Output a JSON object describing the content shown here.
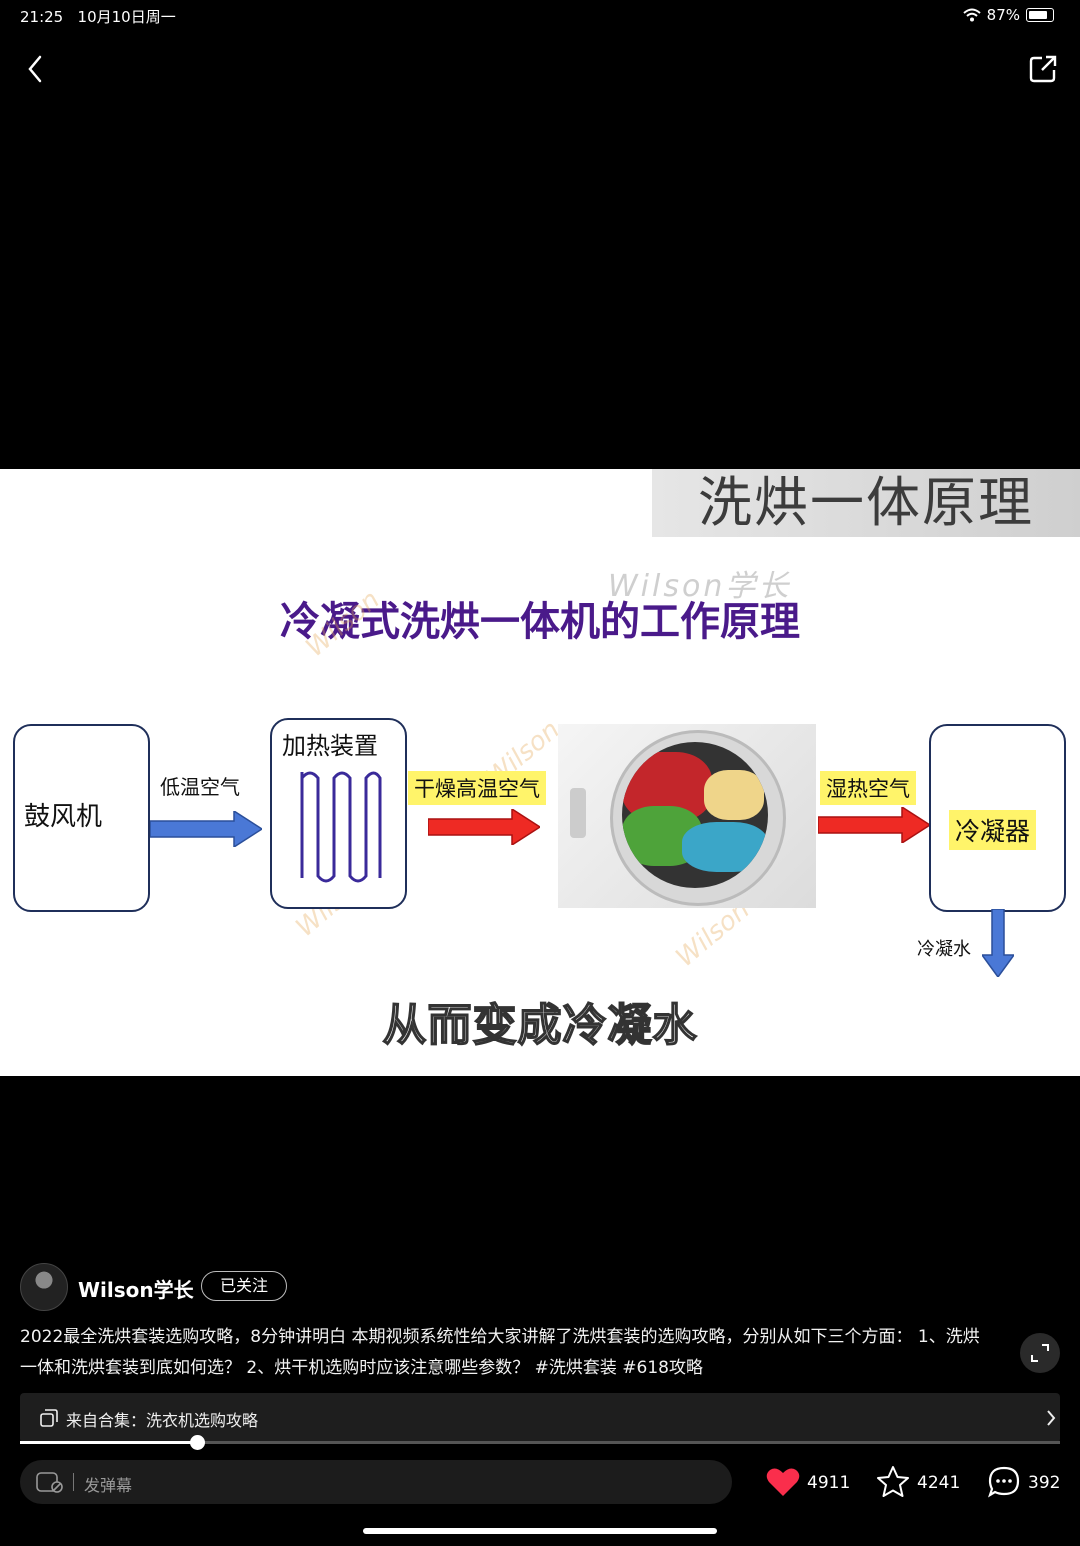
{
  "status": {
    "time": "21:25",
    "date": "10月10日周一",
    "battery": "87%"
  },
  "video": {
    "banner": "洗烘一体原理",
    "watermark": "Wilson学长",
    "diagram_title": "冷凝式洗烘一体机的工作原理",
    "watermark_small": "Wilson",
    "blower": "鼓风机",
    "heater": "加热装置",
    "condenser": "冷凝器",
    "low_air": "低温空气",
    "dry_hot_air": "干燥高温空气",
    "humid_air": "湿热空气",
    "condensed_water": "冷凝水",
    "subtitle": "从而变成冷凝水"
  },
  "author": {
    "name": "Wilson学长",
    "follow_label": "已关注"
  },
  "description": "2022最全洗烘套装选购攻略，8分钟讲明白 本期视频系统性给大家讲解了洗烘套装的选购攻略，分别从如下三个方面： 1、洗烘一体和洗烘套装到底如何选？ 2、烘干机选购时应该注意哪些参数？ #洗烘套装  #618攻略",
  "collection": {
    "label": "来自合集：洗衣机选购攻略"
  },
  "playback": {
    "progress": 0.17
  },
  "danmaku": {
    "placeholder": "发弹幕"
  },
  "stats": {
    "likes": "4911",
    "favorites": "4241",
    "comments": "392"
  },
  "icons": {
    "like_color": "#fa2e4c"
  }
}
